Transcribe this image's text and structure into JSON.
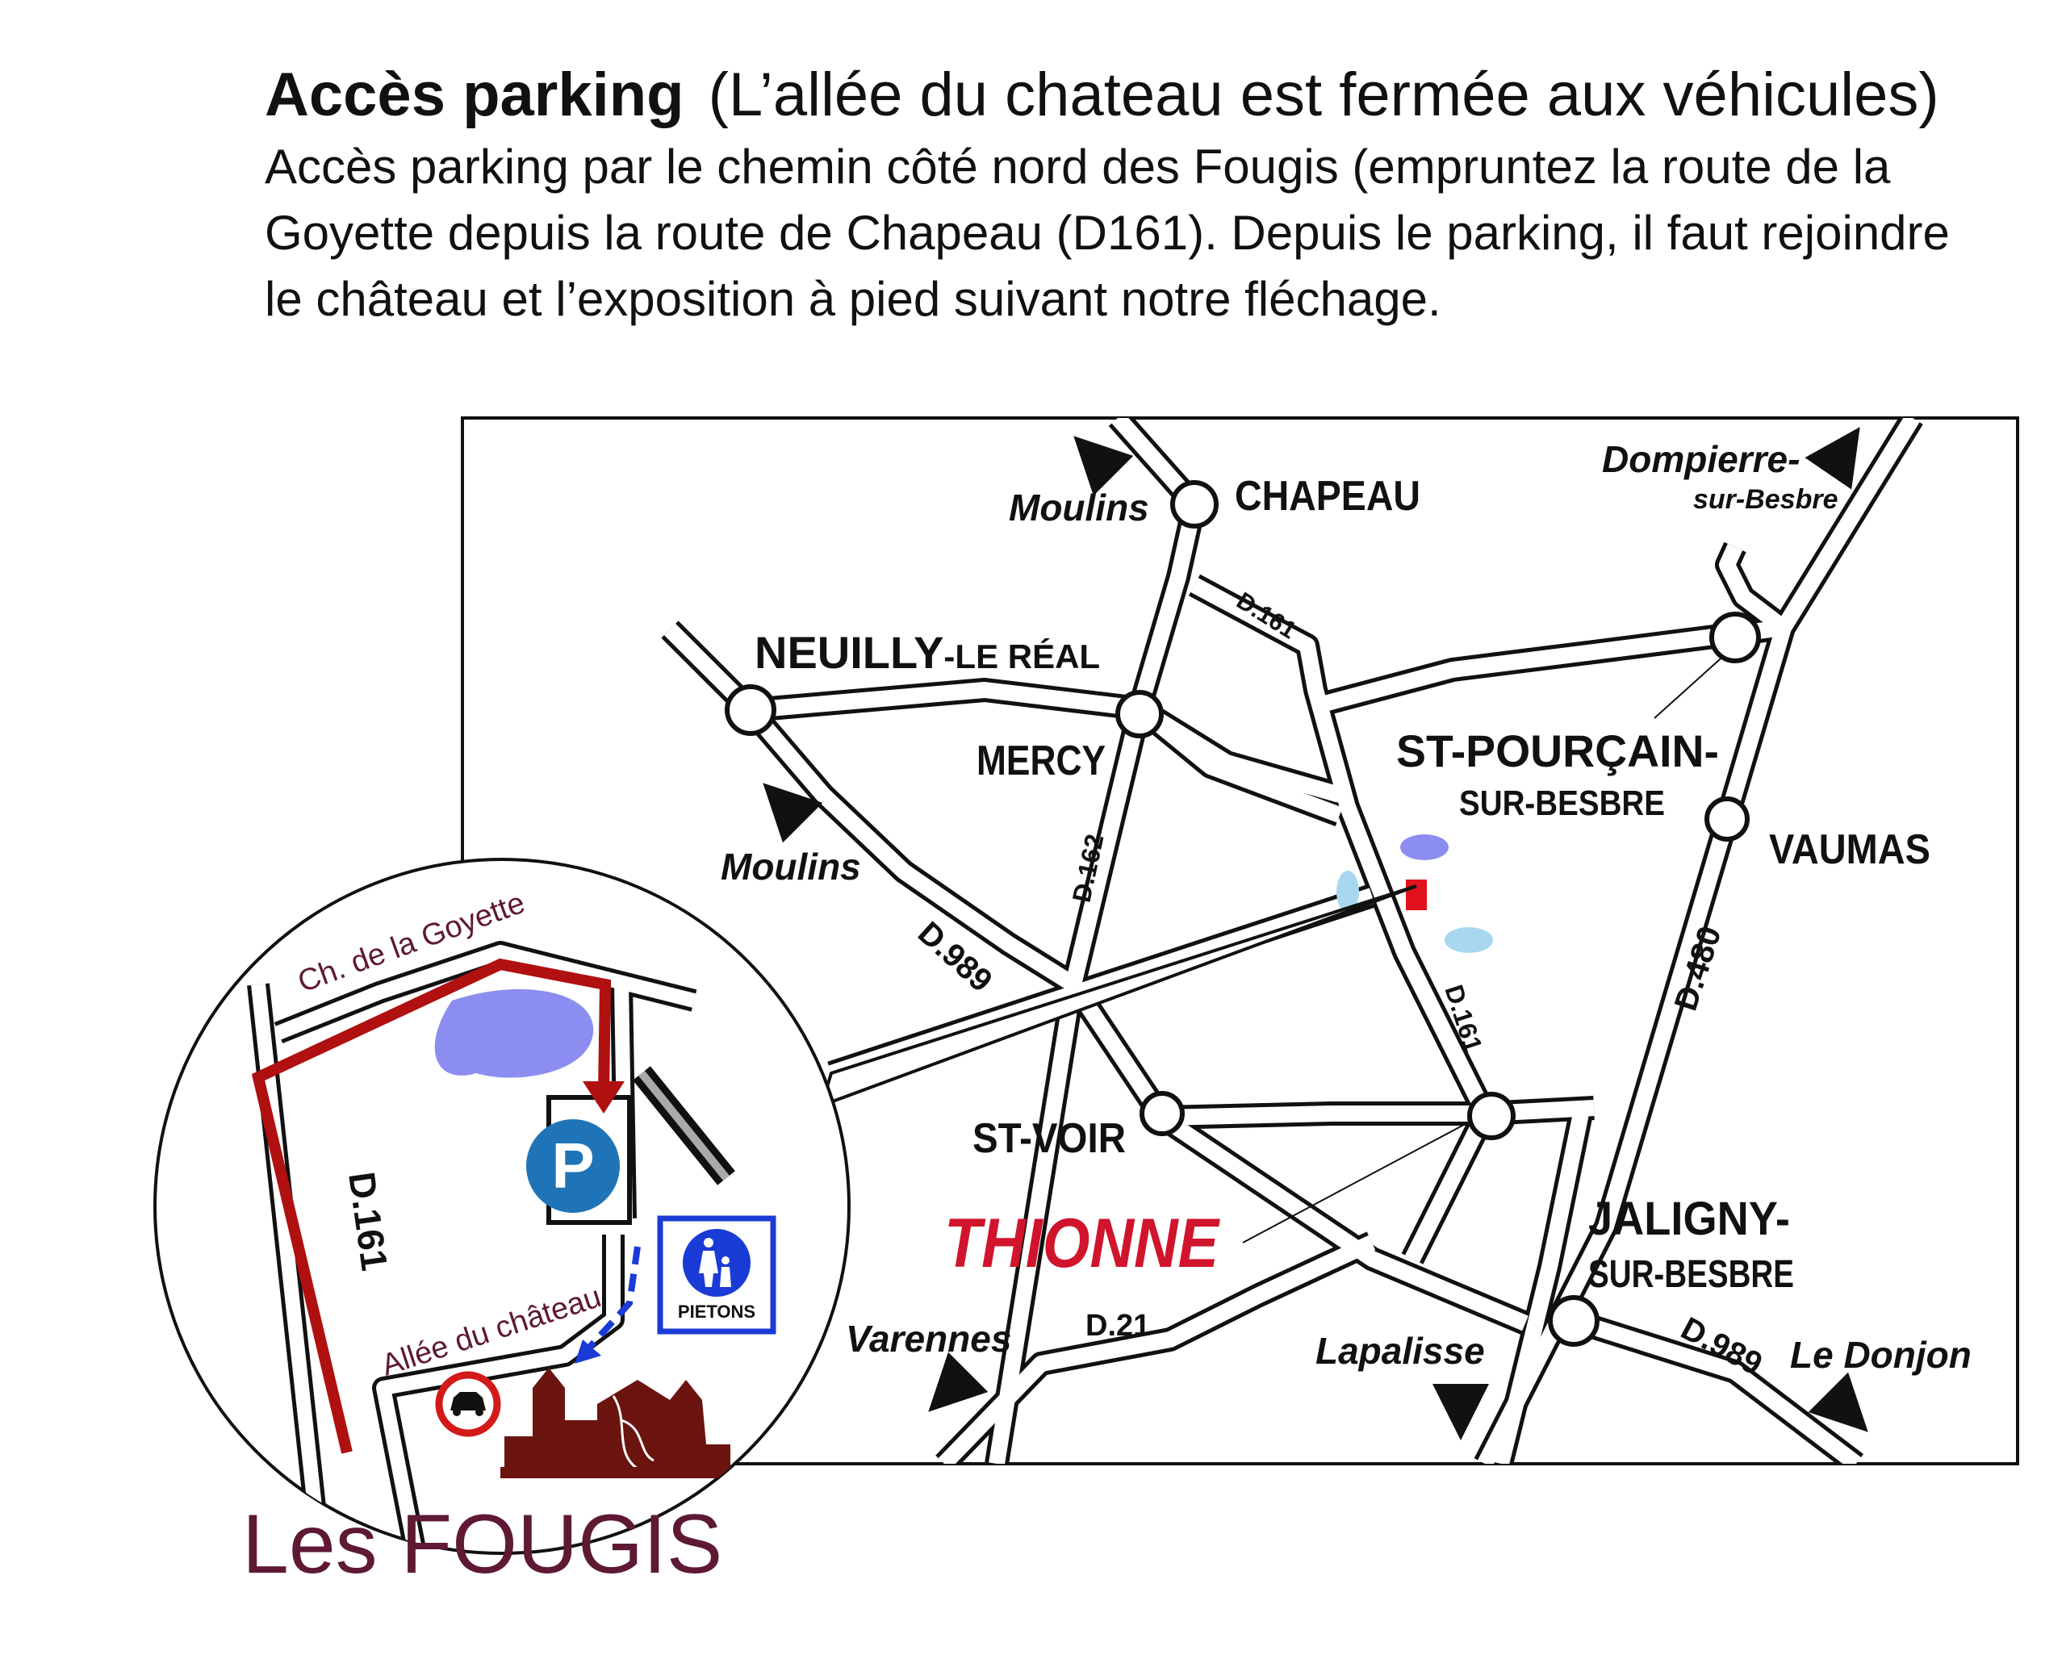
{
  "header": {
    "title_bold": "Accès parking",
    "title_rest": "(L’allée du chateau est fermée aux véhicules)",
    "lines": [
      "Accès parking par le chemin côté nord des Fougis (empruntez la route de la",
      "Goyette depuis la route de Chapeau (D161). Depuis le parking, il faut rejoindre",
      "le château et l’exposition à pied suivant notre fléchage."
    ]
  },
  "map": {
    "towns": {
      "chapeau": "CHAPEAU",
      "neuilly_a": "NEUILLY",
      "neuilly_b": "-LE RÉAL",
      "mercy": "MERCY",
      "st_pourcain_a": "ST-POURÇAIN-",
      "st_pourcain_b": "SUR-BESBRE",
      "vaumas": "VAUMAS",
      "st_voir": "ST-VOIR",
      "thionne": "THIONNE",
      "jaligny_a": "JALIGNY-",
      "jaligny_b": "SUR-BESBRE"
    },
    "directions": {
      "moulins_top": "Moulins",
      "moulins_left": "Moulins",
      "dompierre_a": "Dompierre-",
      "dompierre_b": "sur-Besbre",
      "varennes": "Varennes",
      "lapalisse": "Lapalisse",
      "le_donjon": "Le Donjon"
    },
    "roads": {
      "d161_top": "D.161",
      "d162": "D.162",
      "d989_left": "D.989",
      "d161_mid": "D.161",
      "d480": "D.480",
      "d21": "D.21",
      "d989_right": "D.989"
    }
  },
  "inset": {
    "goyette": "Ch. de la Goyette",
    "d161": "D.161",
    "allee": "Allée du château",
    "parking_letter": "P",
    "pedestrians": "PIETONS"
  },
  "brand": "Les FOUGIS",
  "colors": {
    "thionne_red": "#d0142c",
    "route_red": "#b01010",
    "parking_blue": "#1f74b8",
    "pond": "#8b8ef0",
    "brand_purple": "#5e1935",
    "chateau_brown": "#6b1410"
  }
}
